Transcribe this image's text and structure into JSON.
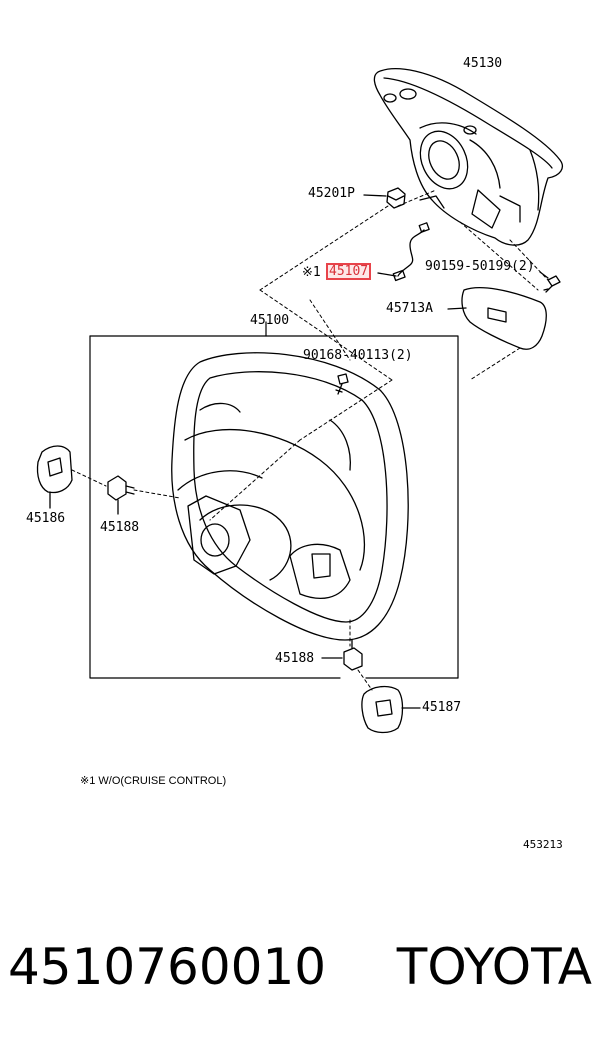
{
  "diagram": {
    "labels": {
      "p45130": "45130",
      "p45201p": "45201P",
      "note_mark": "※1",
      "p45107": "45107",
      "p90159": "90159-50199(2)",
      "p45713a": "45713A",
      "p45100": "45100",
      "p90168": "90168-40113(2)",
      "p45186": "45186",
      "p45188a": "45188",
      "p45188b": "45188",
      "p45187": "45187"
    },
    "note": "※1  W/O(CRUISE CONTROL)",
    "diagram_code": "453213"
  },
  "footer": {
    "part_number": "4510760010",
    "brand": "TOYOTA"
  },
  "colors": {
    "highlight": "#e8434a",
    "ink": "#000000"
  }
}
